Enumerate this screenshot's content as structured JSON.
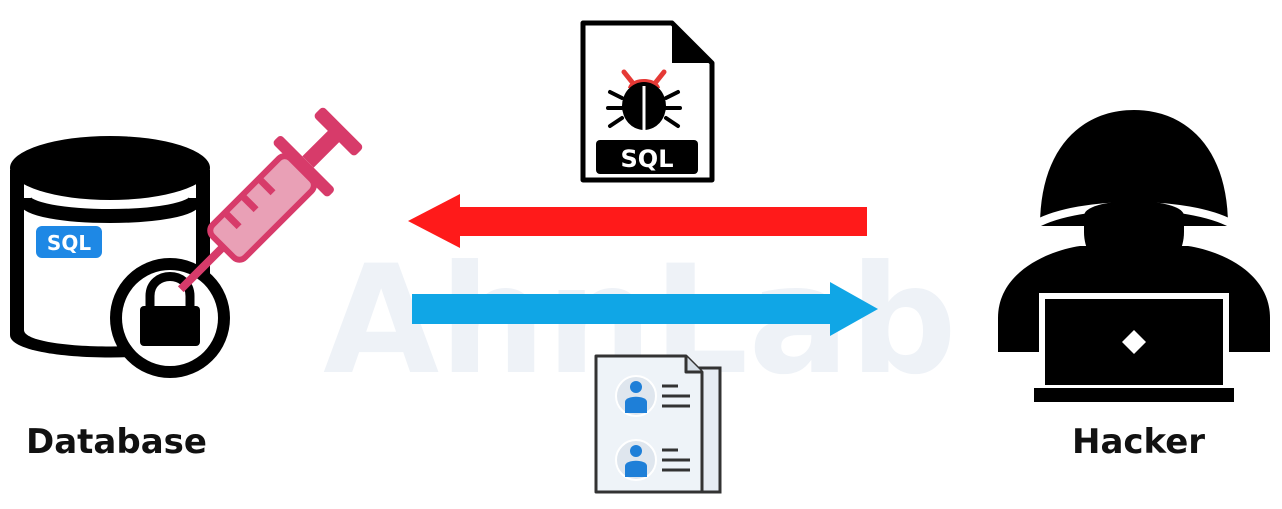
{
  "nodes": {
    "database": {
      "label": "Database",
      "badge_text": "SQL"
    },
    "hacker": {
      "label": "Hacker"
    }
  },
  "payload_file": {
    "text": "SQL"
  },
  "watermark": {
    "text": "AhnLab"
  },
  "colors": {
    "attack_arrow": "#ff1a1a",
    "response_arrow": "#10a6e6",
    "syringe": "#d73b6a",
    "sql_badge": "#1e88e5",
    "bug_antenna": "#e53935",
    "person_icon": "#1e7fd8",
    "watermark": "#eef2f7"
  }
}
